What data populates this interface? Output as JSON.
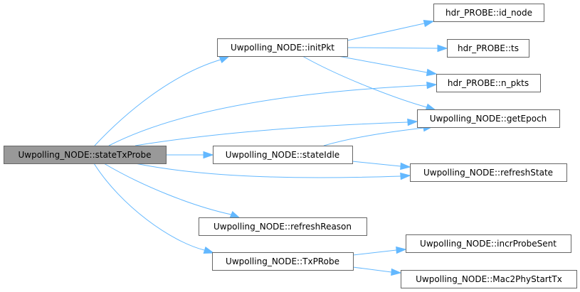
{
  "diagram": {
    "type": "call-graph",
    "edge_color": "#63b8ff",
    "root_fill": "#999999",
    "node_fill": "#ffffff",
    "node_border": "#666666",
    "nodes": [
      {
        "id": "stateTxProbe",
        "label": "Uwpolling_NODE::stateTxProbe",
        "root": true
      },
      {
        "id": "initPkt",
        "label": "Uwpolling_NODE::initPkt"
      },
      {
        "id": "id_node",
        "label": "hdr_PROBE::id_node"
      },
      {
        "id": "ts",
        "label": "hdr_PROBE::ts"
      },
      {
        "id": "n_pkts",
        "label": "hdr_PROBE::n_pkts"
      },
      {
        "id": "getEpoch",
        "label": "Uwpolling_NODE::getEpoch"
      },
      {
        "id": "stateIdle",
        "label": "Uwpolling_NODE::stateIdle"
      },
      {
        "id": "refreshState",
        "label": "Uwpolling_NODE::refreshState"
      },
      {
        "id": "refreshReason",
        "label": "Uwpolling_NODE::refreshReason"
      },
      {
        "id": "TxPRobe",
        "label": "Uwpolling_NODE::TxPRobe"
      },
      {
        "id": "incrProbeSent",
        "label": "Uwpolling_NODE::incrProbeSent"
      },
      {
        "id": "Mac2PhyStartTx",
        "label": "Uwpolling_NODE::Mac2PhyStartTx"
      }
    ],
    "edges": [
      {
        "from": "stateTxProbe",
        "to": "initPkt"
      },
      {
        "from": "stateTxProbe",
        "to": "n_pkts"
      },
      {
        "from": "stateTxProbe",
        "to": "getEpoch"
      },
      {
        "from": "stateTxProbe",
        "to": "stateIdle"
      },
      {
        "from": "stateTxProbe",
        "to": "refreshState"
      },
      {
        "from": "stateTxProbe",
        "to": "refreshReason"
      },
      {
        "from": "stateTxProbe",
        "to": "TxPRobe"
      },
      {
        "from": "initPkt",
        "to": "id_node"
      },
      {
        "from": "initPkt",
        "to": "ts"
      },
      {
        "from": "initPkt",
        "to": "n_pkts"
      },
      {
        "from": "initPkt",
        "to": "getEpoch"
      },
      {
        "from": "stateIdle",
        "to": "getEpoch"
      },
      {
        "from": "stateIdle",
        "to": "refreshState"
      },
      {
        "from": "TxPRobe",
        "to": "incrProbeSent"
      },
      {
        "from": "TxPRobe",
        "to": "Mac2PhyStartTx"
      }
    ]
  }
}
